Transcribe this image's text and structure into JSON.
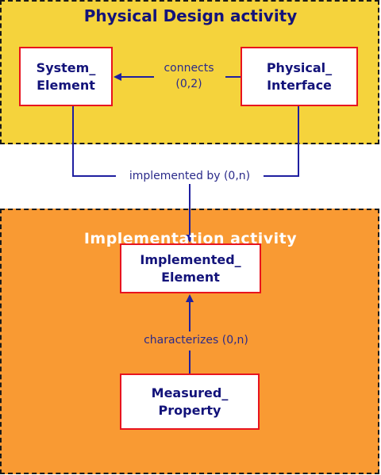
{
  "regions": {
    "design_title": "Physical Design activity",
    "impl_title": "Implementation activity"
  },
  "nodes": {
    "system_element": "System_\nElement",
    "physical_interface": "Physical_\nInterface",
    "implemented_element": "Implemented_\nElement",
    "measured_property": "Measured_\nProperty"
  },
  "edges": {
    "connects": "connects\n(0,2)",
    "implemented_by": "implemented by (0,n)",
    "characterizes": "characterizes (0,n)"
  },
  "colors": {
    "design_fill": "#f5d33c",
    "impl_fill": "#f99a33",
    "node_border": "#e8141e",
    "text_navy": "#13137a",
    "connector": "#1f1fa0"
  }
}
